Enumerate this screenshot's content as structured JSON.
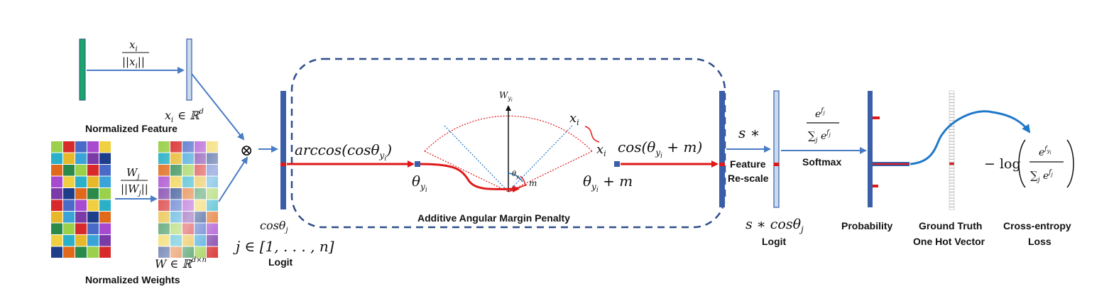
{
  "labels": {
    "normalized_feature": "Normalized Feature",
    "normalized_weights": "Normalized Weights",
    "logit_left": "Logit",
    "additive_angular_margin_penalty": "Additive Angular Margin Penalty",
    "feature_rescale_line1": "Feature",
    "feature_rescale_line2": "Re-scale",
    "logit_right": "Logit",
    "softmax": "Softmax",
    "probability": "Probability",
    "ground_truth_line1": "Ground Truth",
    "ground_truth_line2": "One Hot Vector",
    "cross_entropy_line1": "Cross-entropy",
    "cross_entropy_line2": "Loss"
  },
  "math": {
    "xi_num": "x",
    "xi_sub": "i",
    "xi_den": "||x",
    "xi_den_sub": "i",
    "xi_den_end": "||",
    "xi_in_rd": "x",
    "xi_in_rd_sub": "i",
    "in_rd": "∈ ℝ",
    "rd_sup": "d",
    "wj_num": "W",
    "wj_sub": "j",
    "wj_den": "||W",
    "wj_den_sub": "j",
    "wj_den_end": "||",
    "w_in": "W ∈ ℝ",
    "w_sup": "d×n",
    "otimes": "⊗",
    "cos_theta_j": "cosθ",
    "cos_theta_j_sub": "j",
    "j_range": "j ∈ [1, . . . , n]",
    "arccos_open": "arccos(cosθ",
    "arccos_sub": "y",
    "arccos_subsub": "i",
    "arccos_close": ")",
    "theta_yi": "θ",
    "theta_yi_sub": "y",
    "theta_yi_subsub": "i",
    "w_yi": "W",
    "w_yi_sub": "y",
    "w_yi_subsub": "i",
    "arc_xi": "x",
    "arc_xi_sub": "i",
    "arc_xi2": "x",
    "arc_xi2_sub": "i",
    "small_theta": "θ",
    "small_theta_sub": "y",
    "small_theta_subsub": "i",
    "m": "m",
    "theta_plus_m": "θ",
    "theta_plus_m_sub": "y",
    "theta_plus_m_subsub": "i",
    "theta_plus_m_tail": " + m",
    "cos_margin_open": "cos(θ",
    "cos_margin_sub": "y",
    "cos_margin_subsub": "i",
    "cos_margin_tail": " + m)",
    "s_star": "s ∗",
    "s_cos": "s ∗ cosθ",
    "s_cos_sub": "j",
    "softmax_num": "e",
    "softmax_num_sup": "f",
    "softmax_num_supsub": "j",
    "softmax_den": "∑",
    "softmax_den_sub": "j",
    "softmax_den_e": " e",
    "softmax_den_sup": "f",
    "softmax_den_supsub": "j",
    "loss_prefix": "− log",
    "loss_num": "e",
    "loss_num_sup": "f",
    "loss_num_supsub": "y",
    "loss_num_supsubsub": "i",
    "loss_den": "∑",
    "loss_den_sub": "j",
    "loss_den_e": " e",
    "loss_den_sup": "f",
    "loss_den_supsub": "j"
  },
  "colors": {
    "arrow_blue": "#4a7cc4",
    "bar_dark_blue": "#3a5ea8",
    "bar_light": "#c9dcef",
    "feature_green": "#1aa56c",
    "dash_border": "#2f4f8a",
    "red": "#e01818",
    "curve_blue": "#1f78c8"
  }
}
